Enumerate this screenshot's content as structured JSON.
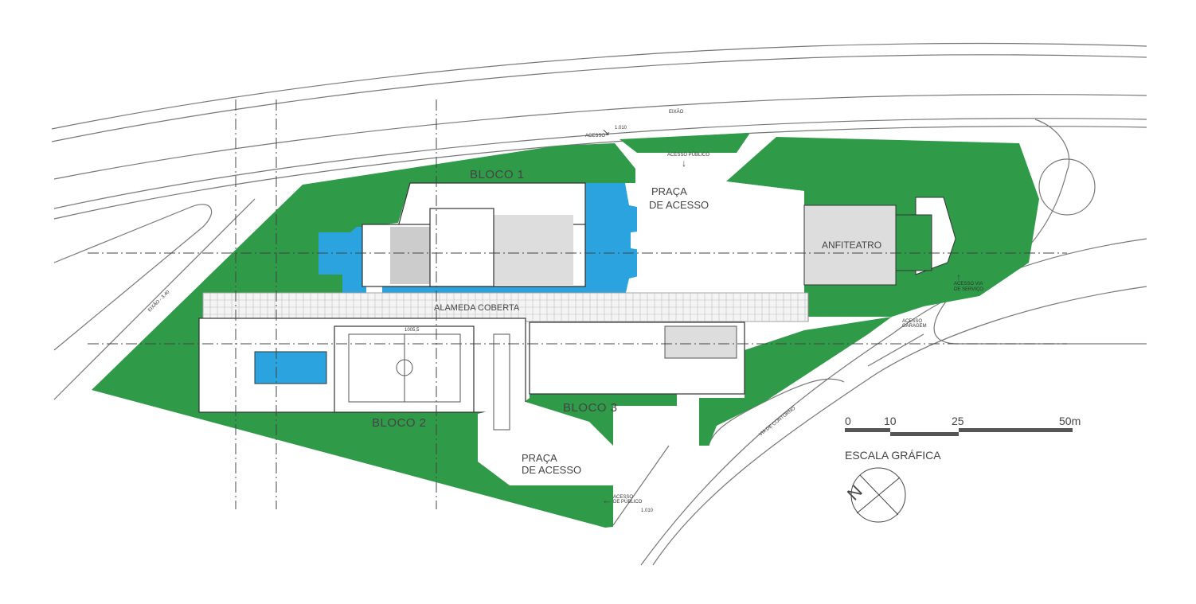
{
  "colors": {
    "vegetation": "#2f9a48",
    "water": "#2aa3df",
    "lines": "#444444"
  },
  "labels": {
    "bloco1": "BLOCO 1",
    "bloco2": "BLOCO 2",
    "bloco3": "BLOCO 3",
    "praca_top_1": "PRAÇA",
    "praca_top_2": "DE ACESSO",
    "praca_bottom_1": "PRAÇA",
    "praca_bottom_2": "DE ACESSO",
    "anfiteatro": "ANFITEATRO",
    "alameda": "ALAMEDA COBERTA",
    "eixao": "EIXÃO",
    "eixao_side": "EIXÃO - 3.40",
    "acesso": "ACESSO",
    "level_top": "1.010",
    "acesso_publico_top": "ACESSO PÚBLICO",
    "acesso_servico_1": "ACESSO VIA",
    "acesso_servico_2": "DE SERVIÇO",
    "acesso_garagem_1": "ACESSO",
    "acesso_garagem_2": "GARAGEM",
    "via_contorno": "VIA DE CONTORNO",
    "acesso_publico_bottom_1": "ACESSO",
    "acesso_publico_bottom_2": "DE PÚBLICO",
    "level_bottom": "1.010",
    "court_level": "1005,5"
  },
  "scale": {
    "ticks": [
      "0",
      "10",
      "25",
      "50m"
    ],
    "title": "ESCALA GRÁFICA"
  },
  "north": {
    "letter": "N"
  }
}
